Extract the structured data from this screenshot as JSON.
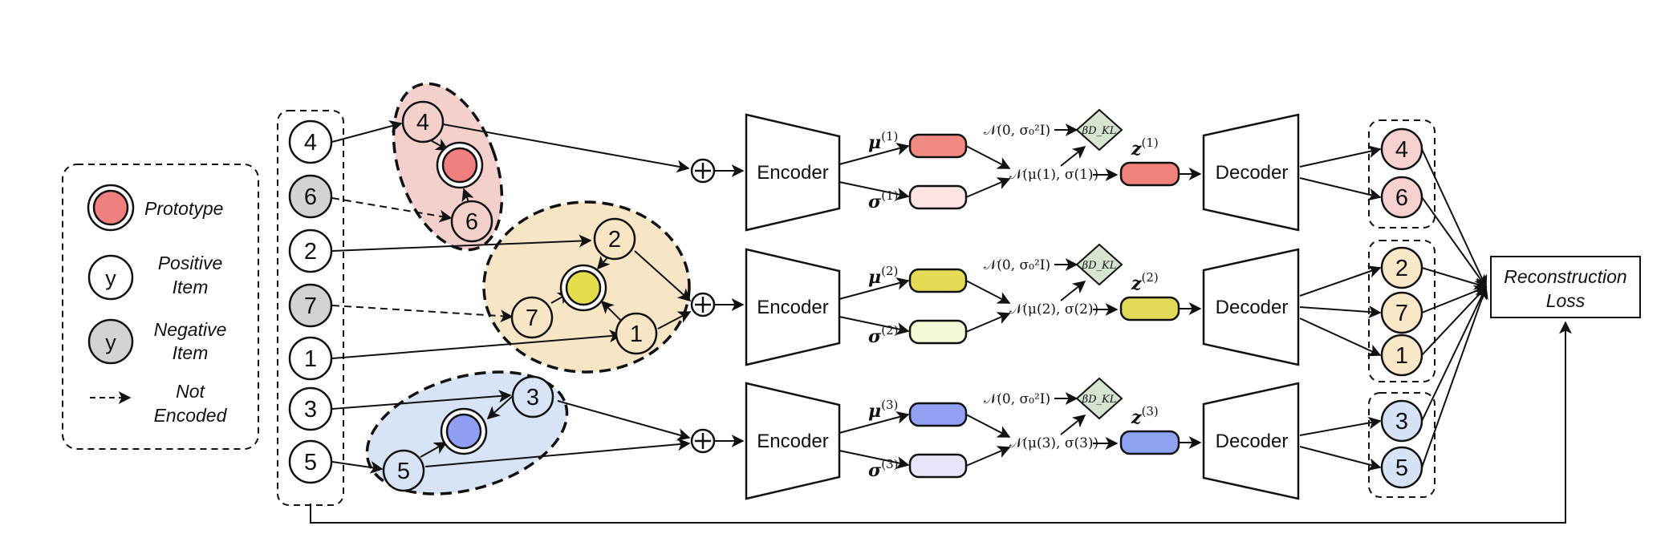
{
  "legend": {
    "prototype": "Prototype",
    "positive_glyph": "y",
    "positive_line1": "Positive",
    "positive_line2": "Item",
    "negative_glyph": "y",
    "negative_line1": "Negative",
    "negative_line2": "Item",
    "not_line1": "Not",
    "not_line2": "Encoded"
  },
  "input_items": [
    {
      "label": "4",
      "negative": false
    },
    {
      "label": "6",
      "negative": true
    },
    {
      "label": "2",
      "negative": false
    },
    {
      "label": "7",
      "negative": true
    },
    {
      "label": "1",
      "negative": false
    },
    {
      "label": "3",
      "negative": false
    },
    {
      "label": "5",
      "negative": false
    }
  ],
  "clusters": [
    {
      "id": "1",
      "color": "#f3d0cc",
      "proto_color": "#f08080",
      "items": [
        "4",
        "6"
      ],
      "mu": "μ",
      "sigma": "σ",
      "sup": "(1)",
      "mu_color": "#f28a84",
      "sigma_color": "#fbe4e2",
      "z_color": "#f0817b",
      "recon_color": "#f6d1cf",
      "recon": [
        "4",
        "6"
      ]
    },
    {
      "id": "2",
      "color": "#f7e6c6",
      "proto_color": "#e4de4c",
      "items": [
        "2",
        "7",
        "1"
      ],
      "mu": "μ",
      "sigma": "σ",
      "sup": "(2)",
      "mu_color": "#e5dc55",
      "sigma_color": "#f6f9d6",
      "z_color": "#e4da5a",
      "recon_color": "#f8e8c8",
      "recon": [
        "2",
        "7",
        "1"
      ]
    },
    {
      "id": "3",
      "color": "#d8e3f6",
      "proto_color": "#909ff3",
      "items": [
        "3",
        "5"
      ],
      "mu": "μ",
      "sigma": "σ",
      "sup": "(3)",
      "mu_color": "#929ff3",
      "sigma_color": "#e5e6f8",
      "z_color": "#8fa2f2",
      "recon_color": "#d6e3f7",
      "recon": [
        "3",
        "5"
      ]
    }
  ],
  "blocks": {
    "encoder": "Encoder",
    "decoder": "Decoder",
    "plus": "+",
    "prior": "𝒩(0, σ₀²I)",
    "posterior_1": "𝒩(μ(1), σ(1))",
    "posterior_2": "𝒩(μ(2), σ(2))",
    "posterior_3": "𝒩(μ(3), σ(3))",
    "kl": "βD_KL",
    "z": "z"
  },
  "loss": {
    "line1": "Reconstruction",
    "line2": "Loss"
  }
}
